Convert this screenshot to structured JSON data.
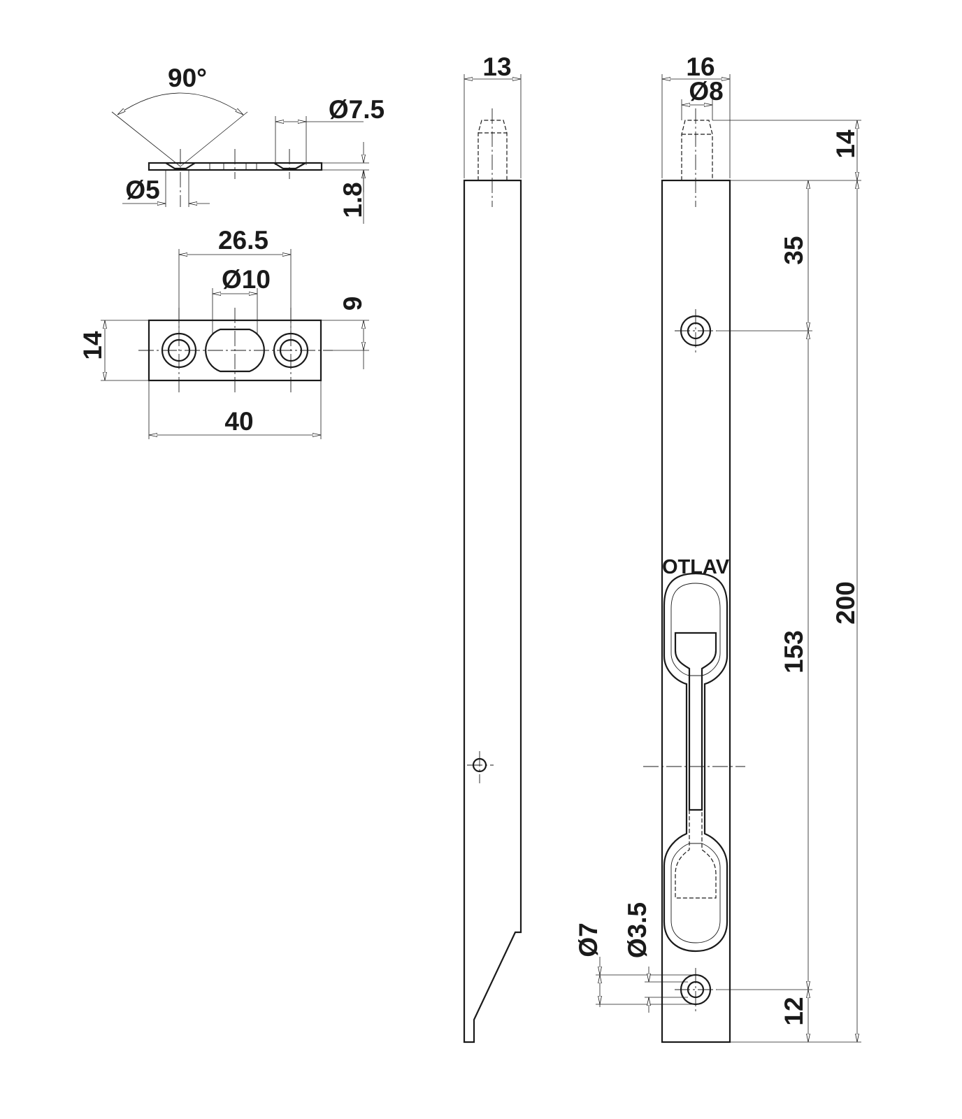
{
  "strike_plate_side": {
    "angle_label": "90°",
    "countersink_label": "Ø7.5",
    "hole_label": "Ø5",
    "thickness_label": "1.8"
  },
  "strike_plate_front": {
    "hole_spacing_label": "26.5",
    "bolt_hole_label": "Ø10",
    "offset_label": "9",
    "height_label": "14",
    "length_label": "40"
  },
  "bolt_side": {
    "width_label": "13"
  },
  "bolt_front": {
    "width_label": "16",
    "pin_label": "Ø8",
    "pin_length_label": "14",
    "top_hole_label": "35",
    "hole_spacing_label": "153",
    "total_length_label": "200",
    "bottom_hole_label": "12",
    "countersink_label": "Ø7",
    "screw_label": "Ø3.5",
    "brand": "OTLAV"
  }
}
